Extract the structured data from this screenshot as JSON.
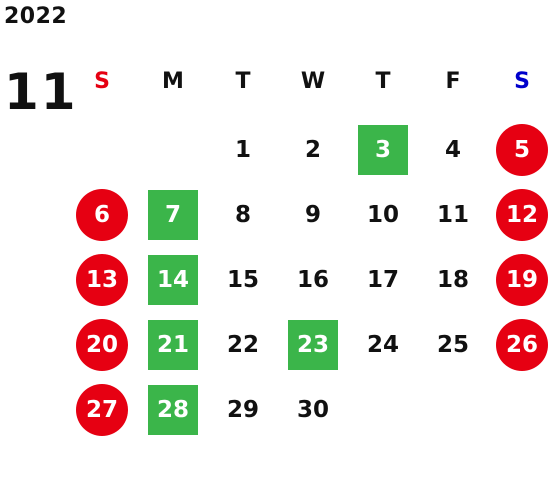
{
  "year": "2022",
  "month": "11",
  "weekdays": [
    "S",
    "M",
    "T",
    "W",
    "T",
    "F",
    "S"
  ],
  "colors": {
    "sunday": "#e60012",
    "saturday": "#0000cc",
    "holiday_circle": "#e60012",
    "highlight_square": "#3bb54a",
    "text": "#111111"
  },
  "days": [
    {
      "label": "1",
      "style": "plain"
    },
    {
      "label": "2",
      "style": "plain"
    },
    {
      "label": "3",
      "style": "square"
    },
    {
      "label": "4",
      "style": "plain"
    },
    {
      "label": "5",
      "style": "circle"
    },
    {
      "label": "6",
      "style": "circle"
    },
    {
      "label": "7",
      "style": "square"
    },
    {
      "label": "8",
      "style": "plain"
    },
    {
      "label": "9",
      "style": "plain"
    },
    {
      "label": "10",
      "style": "plain"
    },
    {
      "label": "11",
      "style": "plain"
    },
    {
      "label": "12",
      "style": "circle"
    },
    {
      "label": "13",
      "style": "circle"
    },
    {
      "label": "14",
      "style": "square"
    },
    {
      "label": "15",
      "style": "plain"
    },
    {
      "label": "16",
      "style": "plain"
    },
    {
      "label": "17",
      "style": "plain"
    },
    {
      "label": "18",
      "style": "plain"
    },
    {
      "label": "19",
      "style": "circle"
    },
    {
      "label": "20",
      "style": "circle"
    },
    {
      "label": "21",
      "style": "square"
    },
    {
      "label": "22",
      "style": "plain"
    },
    {
      "label": "23",
      "style": "square"
    },
    {
      "label": "24",
      "style": "plain"
    },
    {
      "label": "25",
      "style": "plain"
    },
    {
      "label": "26",
      "style": "circle"
    },
    {
      "label": "27",
      "style": "circle"
    },
    {
      "label": "28",
      "style": "square"
    },
    {
      "label": "29",
      "style": "plain"
    },
    {
      "label": "30",
      "style": "plain"
    }
  ]
}
